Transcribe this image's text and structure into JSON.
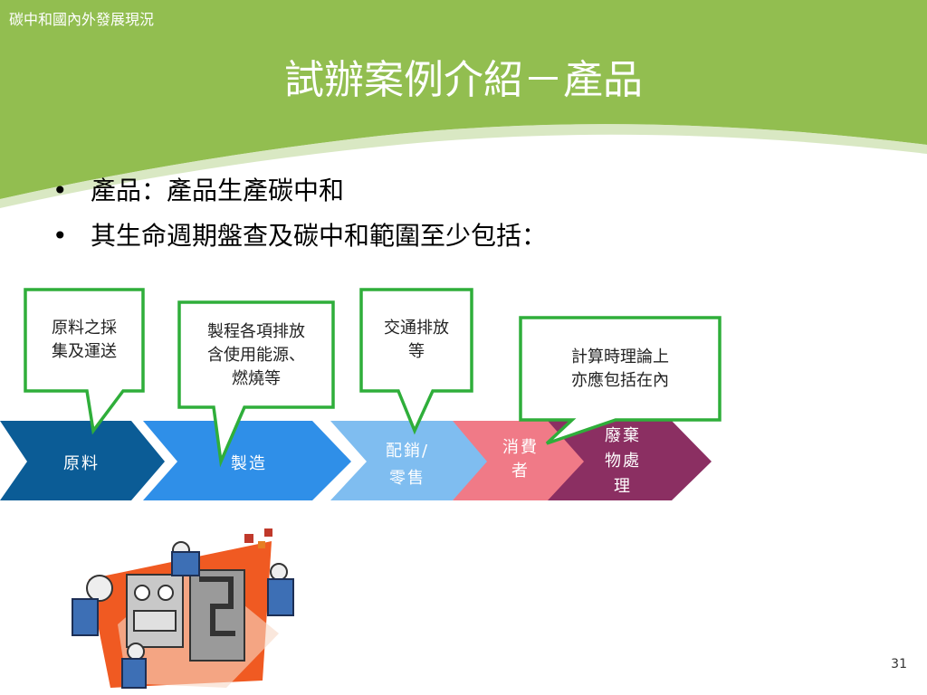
{
  "header": {
    "breadcrumb": "碳中和國內外發展現況",
    "title": "試辦案例介紹－產品",
    "bg_color": "#92be50"
  },
  "bullets": [
    "產品：產品生產碳中和",
    "其生命週期盤查及碳中和範圍至少包括："
  ],
  "process": [
    {
      "label": "原料",
      "color": "#0b5c96"
    },
    {
      "label": "製造",
      "color": "#2f8fe8"
    },
    {
      "label": "配銷/\n零售",
      "color": "#7fbdf0"
    },
    {
      "label": "消費者",
      "color": "#f07a87"
    },
    {
      "label": "廢棄物處理",
      "color": "#8b2f62"
    }
  ],
  "callouts": [
    {
      "text": "原料之採\n集及運送"
    },
    {
      "text": "製程各項排放\n含使用能源、\n燃燒等"
    },
    {
      "text": "交通排放\n等"
    },
    {
      "text": "計算時理論上\n亦應包括在內"
    }
  ],
  "illustration": {
    "icon": "factory-workers-clipart"
  },
  "page_number": "31"
}
